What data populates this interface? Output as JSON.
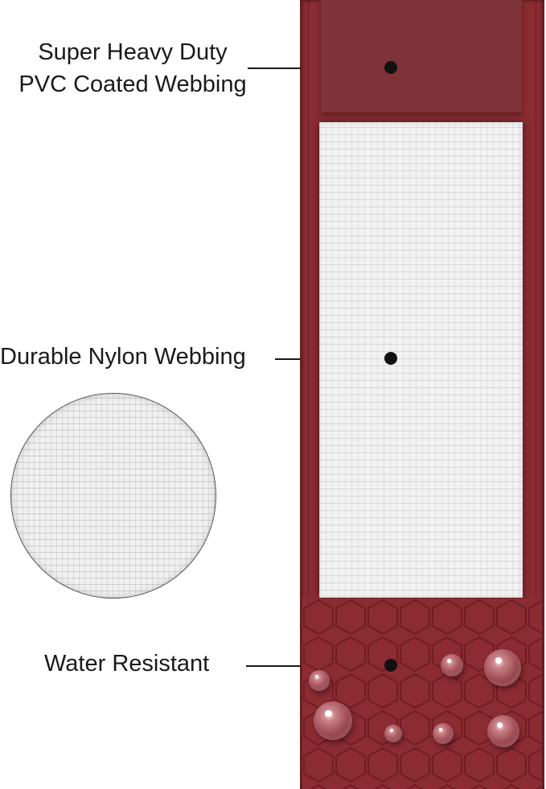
{
  "labels": {
    "pvc_line1": "Super Heavy Duty",
    "pvc_line2": "PVC Coated Webbing",
    "nylon": "Durable Nylon Webbing",
    "water": "Water Resistant"
  },
  "colors": {
    "strap": "#8b2b32",
    "pvc_panel": "#7d3338",
    "nylon": "#f2f2f2",
    "text": "#1a1a1a"
  },
  "icons": {
    "swatch": "nylon-texture-swatch",
    "drops": "water-droplet-icon"
  }
}
